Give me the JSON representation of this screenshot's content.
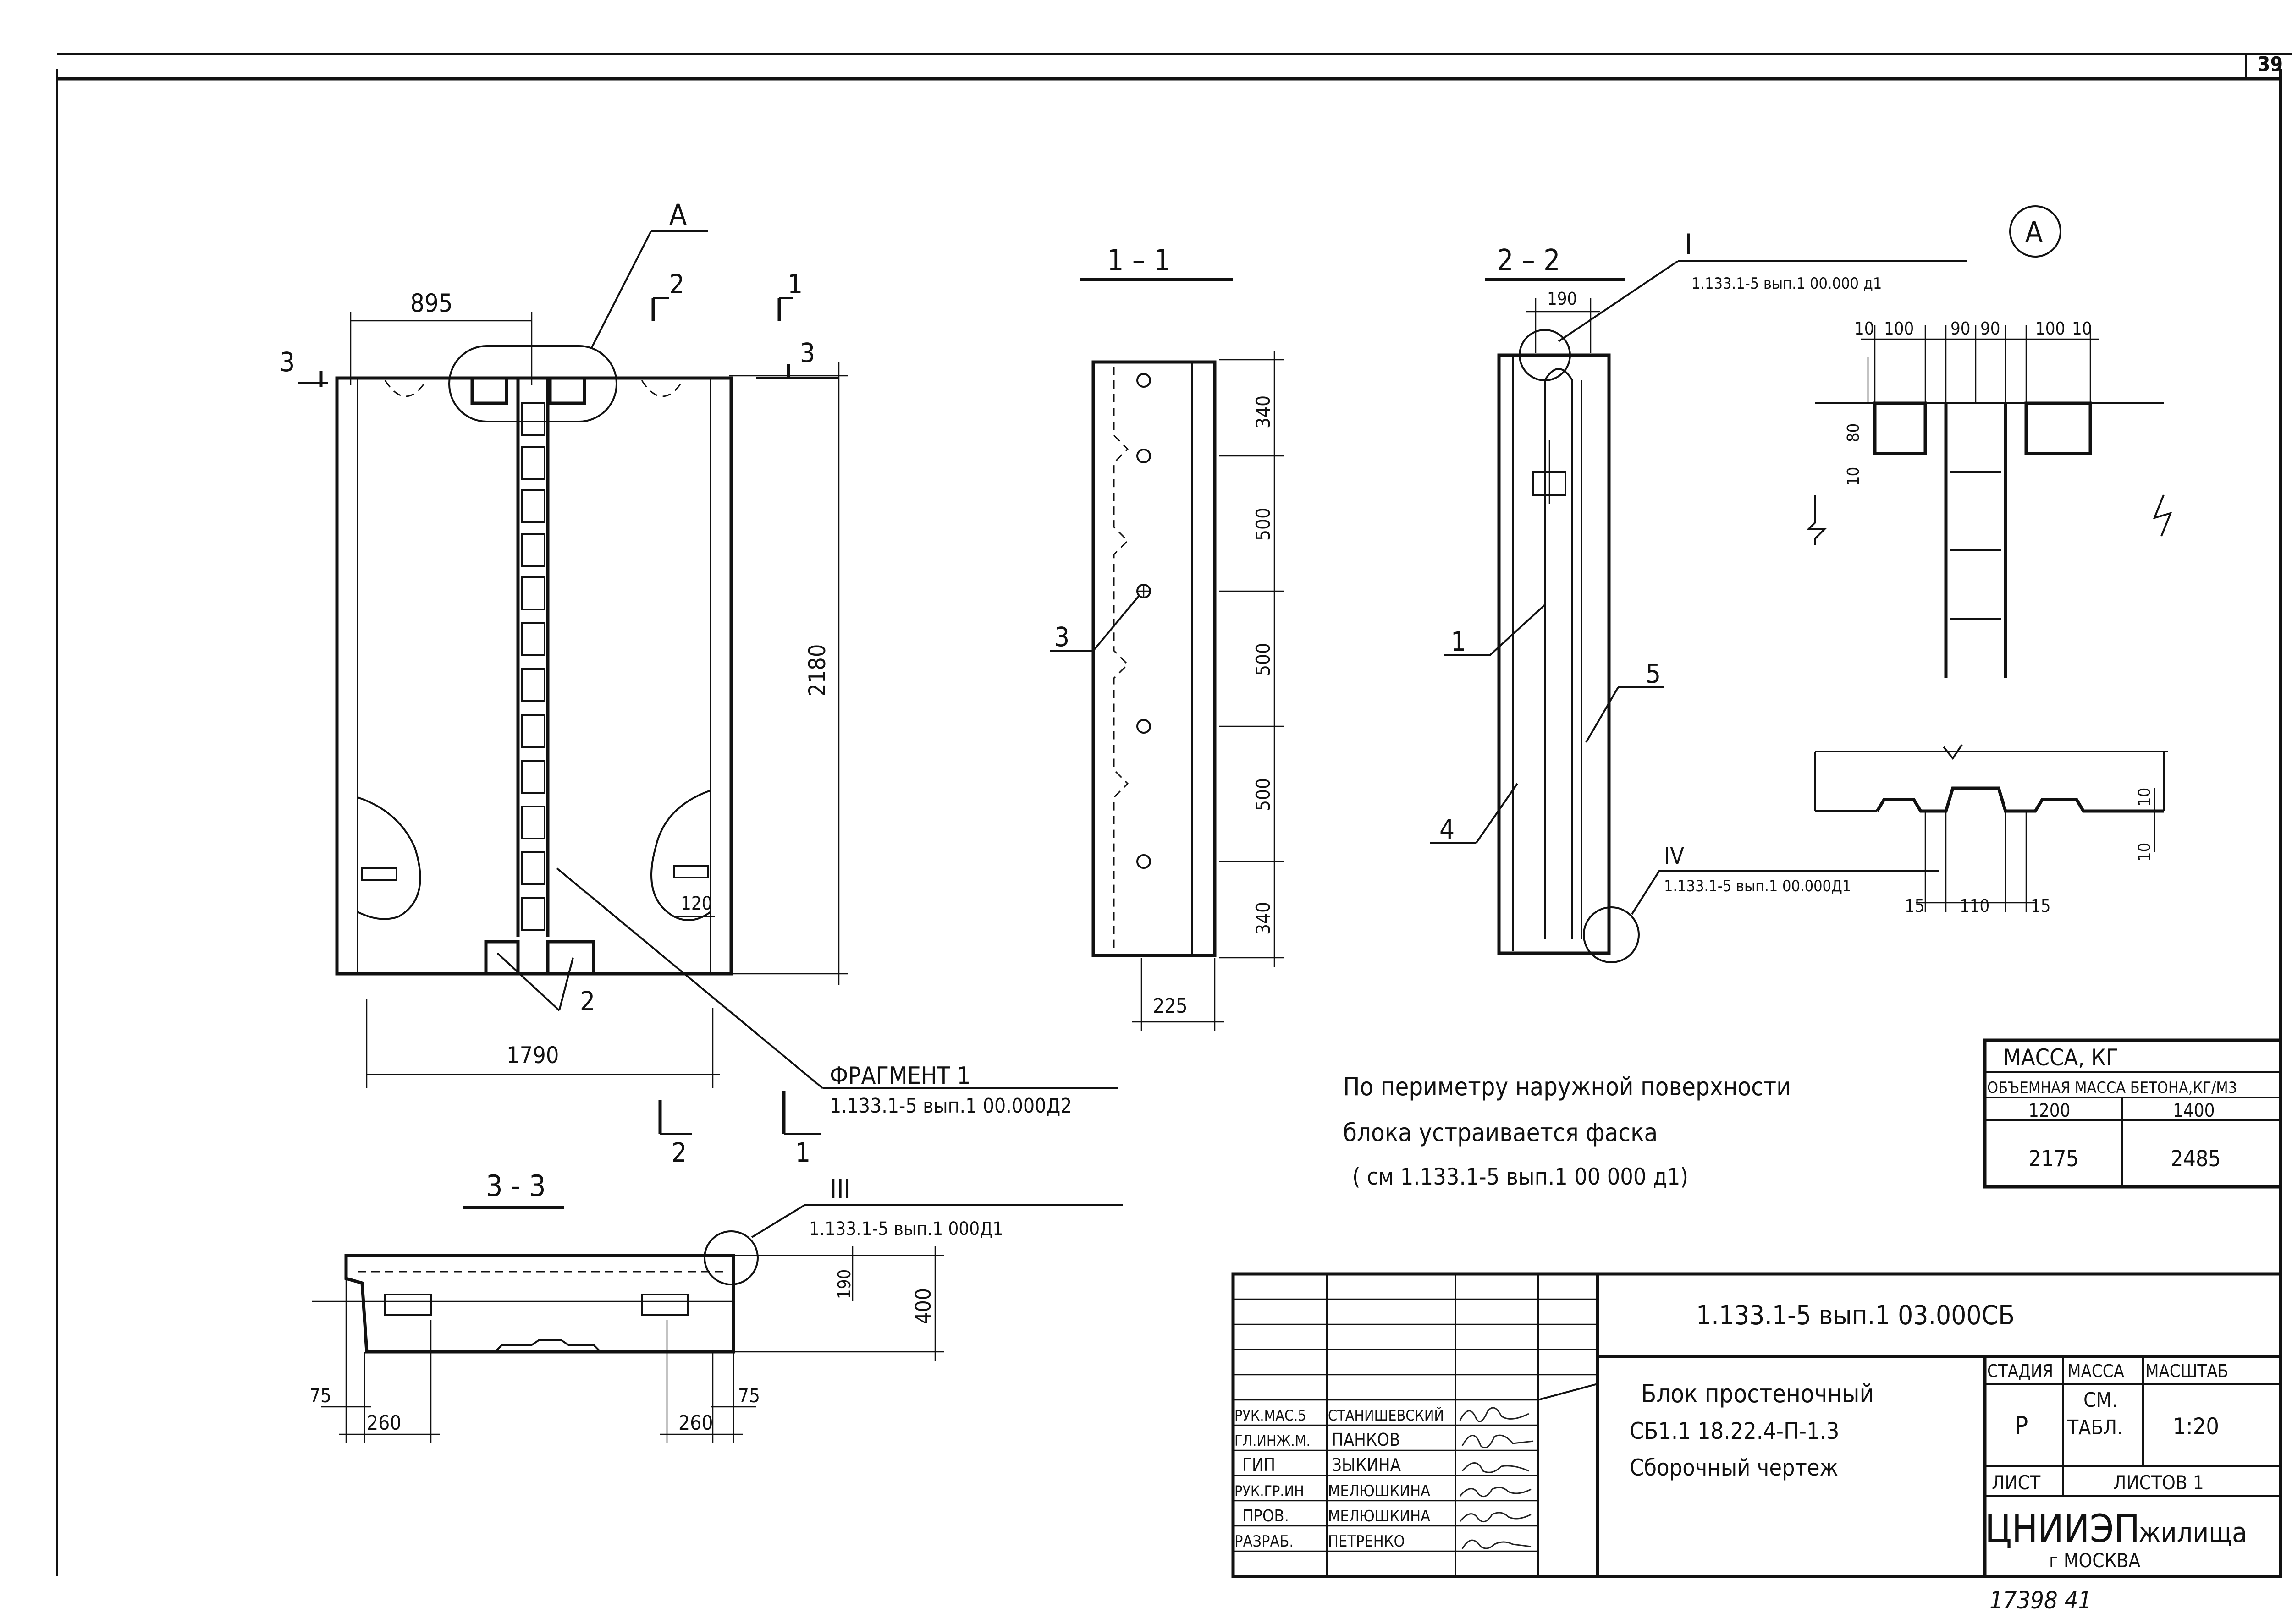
{
  "page_number": "39",
  "view_titles": {
    "s11": "1 – 1",
    "s22": "2 – 2",
    "s33": "3 - 3",
    "detail_a": "A"
  },
  "callouts": {
    "a": "A",
    "fragment_label": "ФРАГМЕНТ 1",
    "fragment_ref": "1.133.1-5 вып.1 00.000Д2",
    "i_mark": "I",
    "i_ref": "1.133.1-5 вып.1 00.000 д1",
    "iv_mark": "IV",
    "iv_ref": "1.133.1-5 вып.1 00.000Д1",
    "iii_mark": "III",
    "iii_ref": "1.133.1-5 вып.1 000Д1"
  },
  "marks": {
    "cut1": "1",
    "cut2": "2",
    "cut3": "3",
    "pos1": "1",
    "pos2": "2",
    "pos3": "3",
    "pos4": "4",
    "pos5": "5"
  },
  "dims": {
    "d895": "895",
    "d1790": "1790",
    "d2180": "2180",
    "d120": "120",
    "d340a": "340",
    "d500a": "500",
    "d500b": "500",
    "d500c": "500",
    "d340b": "340",
    "d225": "225",
    "d190_22": "190",
    "a_10a": "10",
    "a_100a": "100",
    "a_90a": "90",
    "a_90b": "90",
    "a_100b": "100",
    "a_10b": "10",
    "a_10v": "10",
    "a_80v": "80",
    "a_15a": "15",
    "a_110": "110",
    "a_15b": "15",
    "a_10c": "10",
    "a_10d": "10",
    "s33_75a": "75",
    "s33_75b": "75",
    "s33_260a": "260",
    "s33_260b": "260",
    "s33_190": "190",
    "s33_400": "400"
  },
  "note": {
    "line1": "По периметру наружной поверхности",
    "line2": "блока устраивается фаска",
    "line3": "( см 1.133.1-5 вып.1 00 000 д1)"
  },
  "mass_table": {
    "title": "МАССА, КГ",
    "header": "ОБЪЕМНАЯ МАССА БЕТОНА,КГ/М3",
    "col1": "1200",
    "col2": "1400",
    "val1": "2175",
    "val2": "2485"
  },
  "title_block": {
    "doc_code": "1.133.1-5 вып.1 03.000СБ",
    "name_line1": "Блок простеночный",
    "name_line2": "СБ1.1 18.22.4-П-1.3",
    "name_line3": "Сборочный чертеж",
    "stage_label": "СТАДИЯ",
    "mass_label": "МАССА",
    "scale_label": "МАСШТАБ",
    "stage": "Р",
    "mass_value_1": "СМ.",
    "mass_value_2": "ТАБЛ.",
    "scale": "1:20",
    "sheet_label": "ЛИСТ",
    "sheets_label": "ЛИСТОВ 1",
    "org_main": "ЦНИИЭП",
    "org_suffix": "жилища",
    "org_city": "г МОСКВА",
    "roles": [
      {
        "role": "РУК.МАС.5",
        "name": "СТАНИШЕВСКИЙ"
      },
      {
        "role": "ГЛ.ИНЖ.М.",
        "name": "ПАНКОВ"
      },
      {
        "role": "ГИП",
        "name": "ЗЫКИНА"
      },
      {
        "role": "РУК.ГР.ИН",
        "name": "МЕЛЮШКИНА"
      },
      {
        "role": "ПРОВ.",
        "name": "МЕЛЮШКИНА"
      },
      {
        "role": "РАЗРАБ.",
        "name": "ПЕТРЕНКО"
      }
    ]
  },
  "footer_number": "17398  41"
}
